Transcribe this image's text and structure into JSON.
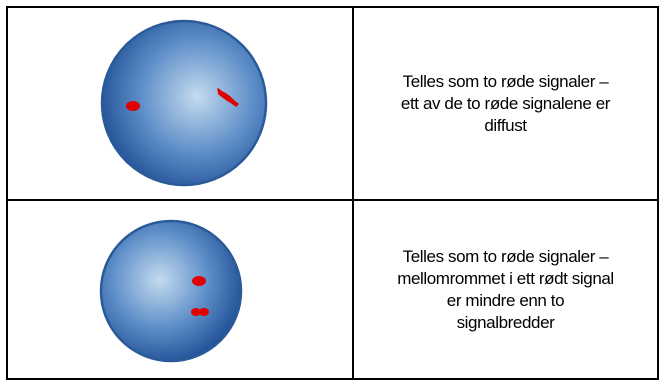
{
  "rows": [
    {
      "caption_lines": [
        "Telles som to røde signaler –",
        "ett av de to røde signalene er",
        "diffust"
      ]
    },
    {
      "caption_lines": [
        "Telles som to røde signaler –",
        "mellomrommet i ett rødt signal",
        "er mindre enn to",
        "signalbredder"
      ]
    }
  ],
  "colors": {
    "cell_dark": "#1f4f95",
    "cell_light": "#c4dbee",
    "signal_red": "#e00000",
    "border": "#000000"
  }
}
